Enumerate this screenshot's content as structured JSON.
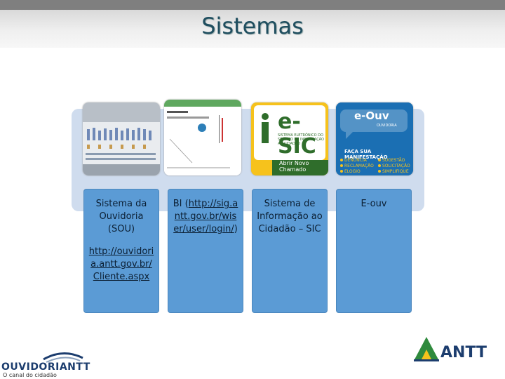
{
  "header": {
    "title": "Sistemas"
  },
  "thumbnails": {
    "esic": {
      "brand": "e-SIC",
      "subtitle": "SISTEMA ELETRÔNICO DO SERVIÇO DE INFORMAÇÃO AO CIDADÃO",
      "button": "Abrir Novo Chamado"
    },
    "eouv": {
      "brand": "e-Ouv",
      "small": "OUVIDORIA",
      "cta": "FAÇA SUA MANIFESTAÇÃO",
      "items": [
        "DENÚNCIA",
        "RECLAMAÇÃO",
        "ELOGIO",
        "SUGESTÃO",
        "SOLICITAÇÃO",
        "SIMPLIFIQUE"
      ]
    }
  },
  "cards": [
    {
      "title": "Sistema da Ouvidoria (SOU)",
      "link": "http://ouvidoria.antt.gov.br/Cliente.aspx"
    },
    {
      "title_prefix": "BI (",
      "link": "http://sig.antt.gov.br/wiser/user/login/",
      "title_suffix": ")"
    },
    {
      "title": "Sistema de Informação ao Cidadão – SIC"
    },
    {
      "title": "E-ouv"
    }
  ],
  "footer": {
    "ouvidoria_logo": "OUVIDORIANTT",
    "ouvidoria_tagline": "O canal do cidadão",
    "antt_logo": "ANTT"
  },
  "colors": {
    "card": "#5b9bd5",
    "band": "#cfdcee",
    "title": "#1f4e5f",
    "esic_green": "#2f6d2b",
    "esic_yellow": "#f6c21c",
    "eouv_blue": "#1b6fb3"
  }
}
